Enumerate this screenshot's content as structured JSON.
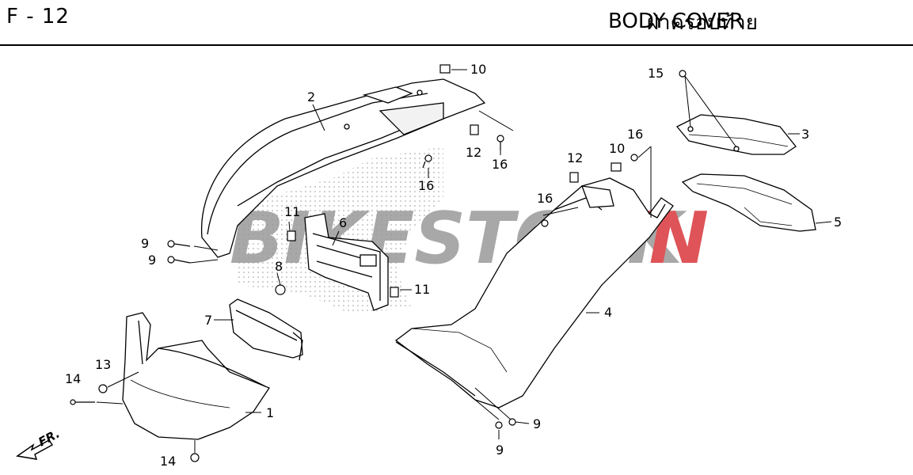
{
  "header": {
    "code": "F - 12",
    "title_thai": "ฝาครอบท้าย",
    "title_en": "BODY COVER"
  },
  "watermark": {
    "part1": "BIKESTOCK",
    "part2": "VN",
    "color1": "#9a9a9a",
    "color2": "#d9373c"
  },
  "direction": {
    "label": "FR."
  },
  "callouts": {
    "c1": "1",
    "c2": "2",
    "c3": "3",
    "c4": "4",
    "c5": "5",
    "c6": "6",
    "c7": "7",
    "c8": "8",
    "c9a": "9",
    "c9b": "9",
    "c9c": "9",
    "c9d": "9",
    "c10a": "10",
    "c10b": "10",
    "c11a": "11",
    "c11b": "11",
    "c12a": "12",
    "c12b": "12",
    "c13": "13",
    "c14a": "14",
    "c14b": "14",
    "c15": "15",
    "c16a": "16",
    "c16b": "16",
    "c16c": "16",
    "c16d": "16"
  }
}
